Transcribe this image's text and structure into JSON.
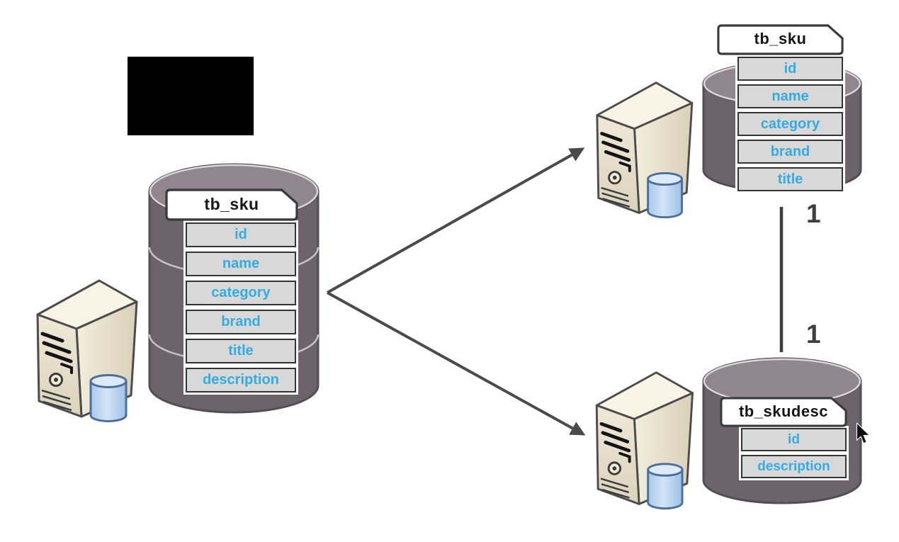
{
  "tables": {
    "source": {
      "title": "tb_sku",
      "fields": [
        "id",
        "name",
        "category",
        "brand",
        "title",
        "description"
      ]
    },
    "shard_top": {
      "title": "tb_sku",
      "fields": [
        "id",
        "name",
        "category",
        "brand",
        "title"
      ]
    },
    "shard_bottom": {
      "title": "tb_skudesc",
      "fields": [
        "id",
        "description"
      ]
    }
  },
  "relationship": {
    "top_cardinality": "1",
    "bottom_cardinality": "1"
  },
  "colors": {
    "field_text": "#34ace1",
    "cylinder_body": "#6d646a",
    "cylinder_top": "#8f878d",
    "row_background": "#d8d8d8",
    "outline": "#343434",
    "arrow": "#4a4a4a",
    "server_body": "#ece5d3",
    "server_database": "#b6d2f0",
    "redaction": "#000000"
  },
  "icons": {
    "server": "tower-server-with-database-icon",
    "cursor": "mouse-pointer-icon"
  }
}
